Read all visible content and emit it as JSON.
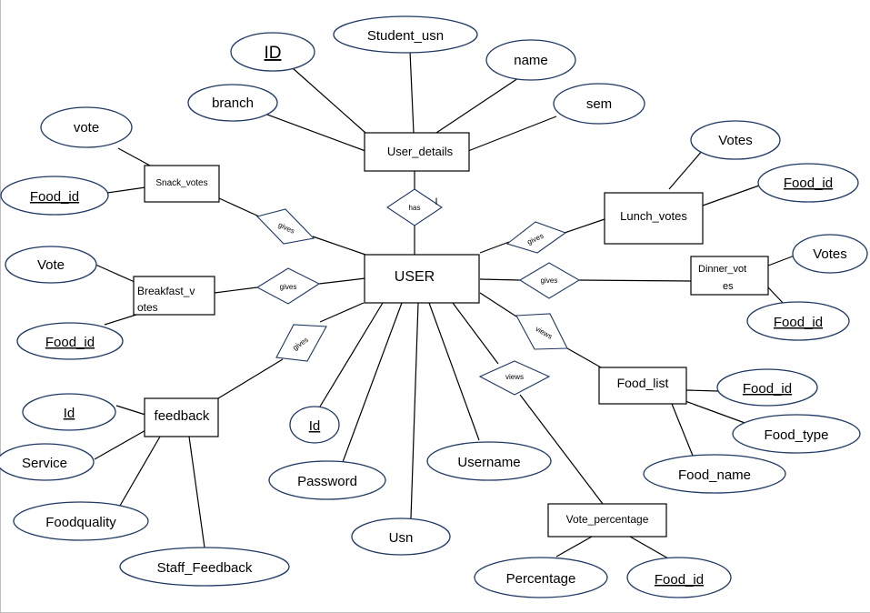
{
  "colors": {
    "entity_stroke": "#000000",
    "attribute_stroke": "#1f3864",
    "line": "#000000"
  },
  "entities": {
    "user": "USER",
    "user_details": "User_details",
    "snack_votes": "Snack_votes",
    "lunch_votes": "Lunch_votes",
    "breakfast_votes_1": "Breakfast_v",
    "breakfast_votes_2": "otes",
    "dinner_votes_1": "Dinner_vot",
    "dinner_votes_2": "es",
    "feedback": "feedback",
    "food_list": "Food_list",
    "vote_percentage": "Vote_percentage"
  },
  "relationships": {
    "has": "has",
    "has_mark": "I",
    "gives_snack": "gives",
    "gives_breakfast": "gives",
    "gives_feedback": "gives",
    "gives_lunch": "gives",
    "gives_dinner": "gives",
    "views_food_list": "views",
    "views_vote_percentage": "views"
  },
  "attributes": {
    "ud_id": "ID",
    "ud_student_usn": "Student_usn",
    "ud_name": "name",
    "ud_branch": "branch",
    "ud_sem": "sem",
    "snack_vote": "vote",
    "snack_food_id": "Food_id",
    "lunch_votes": "Votes",
    "lunch_food_id": "Food_id",
    "breakfast_vote": "Vote",
    "breakfast_food_id": "Food_id",
    "dinner_votes": "Votes",
    "dinner_food_id": "Food_id",
    "user_id": "Id",
    "user_password": "Password",
    "user_usn": "Usn",
    "user_username": "Username",
    "feedback_id": "Id",
    "feedback_service": "Service",
    "feedback_foodquality": "Foodquality",
    "feedback_staff": "Staff_Feedback",
    "fl_food_id": "Food_id",
    "fl_food_type": "Food_type",
    "fl_food_name": "Food_name",
    "vp_percentage": "Percentage",
    "vp_food_id": "Food_id"
  }
}
